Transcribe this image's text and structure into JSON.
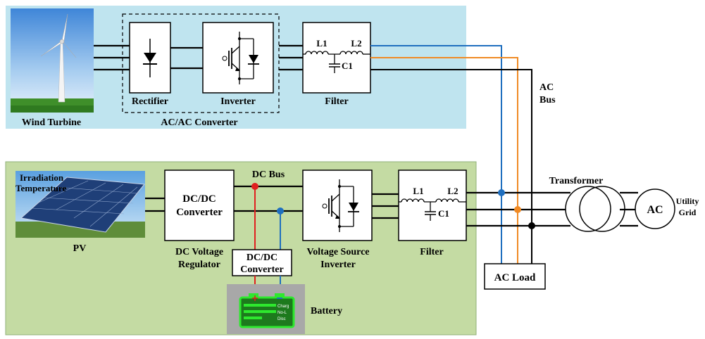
{
  "wind_section": {
    "wind_turbine_label": "Wind Turbine",
    "converter_group_label": "AC/AC Converter",
    "rectifier_label": "Rectifier",
    "inverter_label": "Inverter",
    "filter_label": "Filter",
    "l1_label": "L1",
    "l2_label": "L2",
    "c1_label": "C1"
  },
  "pv_section": {
    "pv_label": "PV",
    "irradiation_label": "Irradiation",
    "temperature_label": "Temperature",
    "dcdc_converter_label_line1": "DC/DC",
    "dcdc_converter_label_line2": "Converter",
    "dc_voltage_regulator_line1": "DC Voltage",
    "dc_voltage_regulator_line2": "Regulator",
    "dc_bus_label": "DC Bus",
    "battery_converter_line1": "DC/DC",
    "battery_converter_line2": "Converter",
    "vsi_label_line1": "Voltage Source",
    "vsi_label_line2": "Inverter",
    "filter_label": "Filter",
    "l1_label": "L1",
    "l2_label": "L2",
    "c1_label": "C1",
    "battery_label": "Battery",
    "battery_legend": [
      "Charg",
      "No-L",
      "Disc"
    ]
  },
  "grid_side": {
    "ac_bus_line1": "AC",
    "ac_bus_line2": "Bus",
    "transformer_label": "Transformer",
    "ac_source_label": "AC",
    "utility_grid_line1": "Utility",
    "utility_grid_line2": "Grid",
    "ac_load_label": "AC Load"
  },
  "colors": {
    "wind_bg": "#bfe4ef",
    "pv_bg": "#c4dba3",
    "blue_wire": "#1f6fbf",
    "orange_wire": "#f08a24",
    "red_wire": "#e02020",
    "battery_green": "#2ee82e",
    "battery_bg": "#a8a8a8"
  }
}
